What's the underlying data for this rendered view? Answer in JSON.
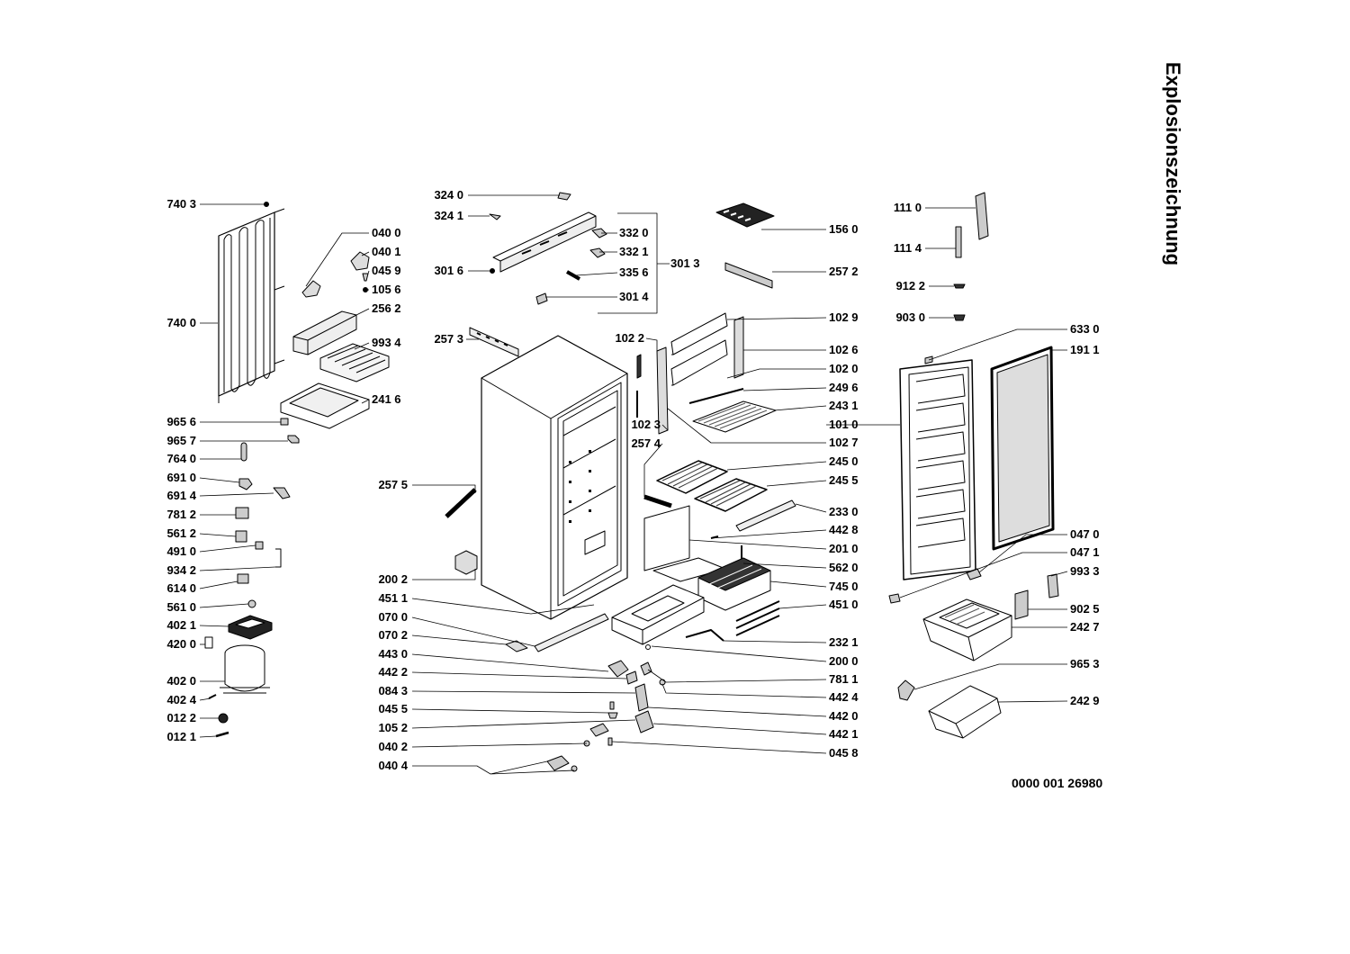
{
  "title": "Explosionszeichnung",
  "doc_number": "0000 001 26980",
  "parts": [
    {
      "label": "740 3"
    },
    {
      "label": "740 0"
    },
    {
      "label": "040 0"
    },
    {
      "label": "040 1"
    },
    {
      "label": "045 9"
    },
    {
      "label": "105 6"
    },
    {
      "label": "256 2"
    },
    {
      "label": "993 4"
    },
    {
      "label": "241 6"
    },
    {
      "label": "965 6"
    },
    {
      "label": "965 7"
    },
    {
      "label": "764 0"
    },
    {
      "label": "691 0"
    },
    {
      "label": "691 4"
    },
    {
      "label": "781 2"
    },
    {
      "label": "561 2"
    },
    {
      "label": "491 0"
    },
    {
      "label": "934 2"
    },
    {
      "label": "614 0"
    },
    {
      "label": "561 0"
    },
    {
      "label": "402 1"
    },
    {
      "label": "420 0"
    },
    {
      "label": "402 0"
    },
    {
      "label": "402 4"
    },
    {
      "label": "012 2"
    },
    {
      "label": "012 1"
    },
    {
      "label": "324 0"
    },
    {
      "label": "324 1"
    },
    {
      "label": "301 6"
    },
    {
      "label": "332 0"
    },
    {
      "label": "332 1"
    },
    {
      "label": "335 6"
    },
    {
      "label": "301 4"
    },
    {
      "label": "301 3"
    },
    {
      "label": "257 3"
    },
    {
      "label": "102 2"
    },
    {
      "label": "102 3"
    },
    {
      "label": "257 4"
    },
    {
      "label": "257 5"
    },
    {
      "label": "200 2"
    },
    {
      "label": "451 1"
    },
    {
      "label": "070 0"
    },
    {
      "label": "070 2"
    },
    {
      "label": "443 0"
    },
    {
      "label": "442 2"
    },
    {
      "label": "084 3"
    },
    {
      "label": "045 5"
    },
    {
      "label": "105 2"
    },
    {
      "label": "040 2"
    },
    {
      "label": "040 4"
    },
    {
      "label": "156 0"
    },
    {
      "label": "257 2"
    },
    {
      "label": "102 9"
    },
    {
      "label": "102 6"
    },
    {
      "label": "102 0"
    },
    {
      "label": "249 6"
    },
    {
      "label": "243 1"
    },
    {
      "label": "101 0"
    },
    {
      "label": "102 7"
    },
    {
      "label": "245 0"
    },
    {
      "label": "245 5"
    },
    {
      "label": "233 0"
    },
    {
      "label": "442 8"
    },
    {
      "label": "201 0"
    },
    {
      "label": "562 0"
    },
    {
      "label": "745 0"
    },
    {
      "label": "451 0"
    },
    {
      "label": "232 1"
    },
    {
      "label": "200 0"
    },
    {
      "label": "781 1"
    },
    {
      "label": "442 4"
    },
    {
      "label": "442 0"
    },
    {
      "label": "442 1"
    },
    {
      "label": "045 8"
    },
    {
      "label": "111 0"
    },
    {
      "label": "111 4"
    },
    {
      "label": "912 2"
    },
    {
      "label": "903 0"
    },
    {
      "label": "633 0"
    },
    {
      "label": "191 1"
    },
    {
      "label": "047 0"
    },
    {
      "label": "047 1"
    },
    {
      "label": "993 3"
    },
    {
      "label": "902 5"
    },
    {
      "label": "242 7"
    },
    {
      "label": "965 3"
    },
    {
      "label": "242 9"
    }
  ]
}
